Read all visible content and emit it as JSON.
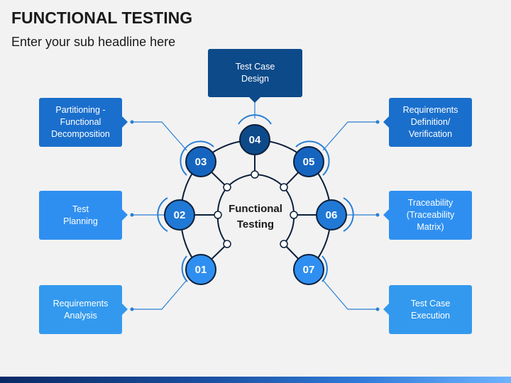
{
  "title": "FUNCTIONAL TESTING",
  "subtitle": "Enter your sub headline here",
  "center": {
    "line1": "Functional",
    "line2": "Testing"
  },
  "colors": {
    "dark": "#0d4a8a",
    "mid": "#1565c0",
    "blue": "#1e88e5",
    "light": "#3399ee",
    "line": "#0b1f3a",
    "ring": "#2a7fd4"
  },
  "steps": [
    {
      "num": "01",
      "label": "Requirements\nAnalysis",
      "color": "#2f8ff0"
    },
    {
      "num": "02",
      "label": "Test\nPlanning",
      "color": "#2179d6"
    },
    {
      "num": "03",
      "label": "Partitioning -\nFunctional\nDecomposition",
      "color": "#1565c0"
    },
    {
      "num": "04",
      "label": "Test Case\nDesign",
      "color": "#0d4a8a"
    },
    {
      "num": "05",
      "label": "Requirements\nDefinition/\nVerification",
      "color": "#1565c0"
    },
    {
      "num": "06",
      "label": "Traceability\n(Traceability\nMatrix)",
      "color": "#2179d6"
    },
    {
      "num": "07",
      "label": "Test Case\nExecution",
      "color": "#2f8ff0"
    }
  ]
}
